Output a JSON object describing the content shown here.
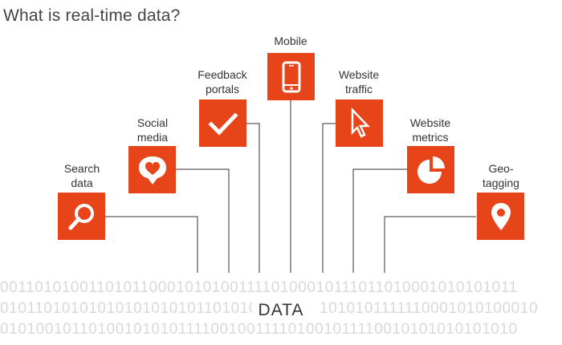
{
  "title": "What is real-time data?",
  "center_label": "DATA",
  "nodes": [
    {
      "id": "search",
      "label_lines": [
        "Search",
        "data"
      ],
      "icon": "magnifier-icon"
    },
    {
      "id": "social",
      "label_lines": [
        "Social",
        "media"
      ],
      "icon": "heart-bubble-icon"
    },
    {
      "id": "feedback",
      "label_lines": [
        "Feedback",
        "portals"
      ],
      "icon": "checkmark-icon"
    },
    {
      "id": "mobile",
      "label_lines": [
        "Mobile"
      ],
      "icon": "phone-icon"
    },
    {
      "id": "traffic",
      "label_lines": [
        "Website",
        "traffic"
      ],
      "icon": "cursor-arrow-icon"
    },
    {
      "id": "metrics",
      "label_lines": [
        "Website",
        "metrics"
      ],
      "icon": "pie-chart-icon"
    },
    {
      "id": "geo",
      "label_lines": [
        "Geo-",
        "tagging"
      ],
      "icon": "map-pin-icon"
    }
  ],
  "binary_rows": [
    "00110101001101011000101010011110100010111011010001010101011",
    "0101101010101010101010110101010",
    "1010101111110001010100010",
    "01010010110100101010111100100111101001011110010101010101010"
  ],
  "colors": {
    "accent": "#E8441A",
    "binary": "#d9d9d9",
    "line": "#333333"
  }
}
